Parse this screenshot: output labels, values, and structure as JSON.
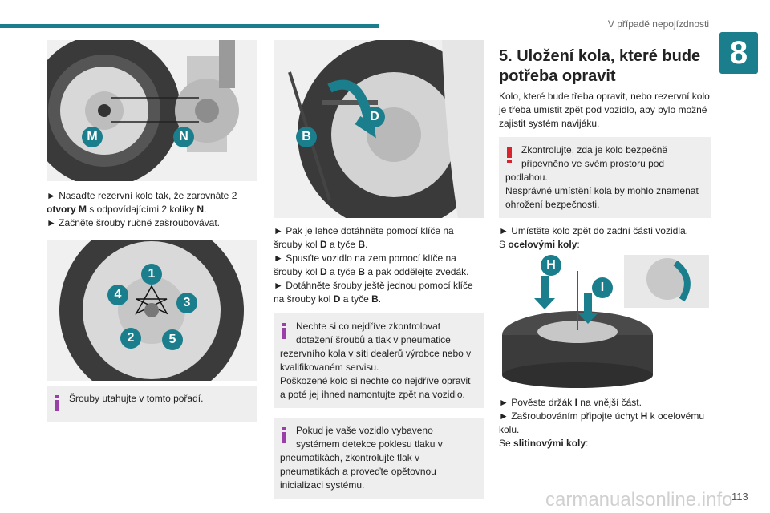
{
  "header": {
    "title": "V případě nepojízdnosti",
    "chapter": "8"
  },
  "col1": {
    "fig1_labels": {
      "m": "M",
      "n": "N"
    },
    "p1_a": "► Nasaďte rezervní kolo tak, že zarovnáte 2",
    "p1_b_bold": "otvory M",
    "p1_b_rest": " s odpovídajícími 2 kolíky ",
    "p1_b_n": "N",
    "p1_b_end": ".",
    "p1_c": "► Začněte šrouby ručně zašroubovávat.",
    "fig2_labels": [
      "1",
      "2",
      "3",
      "4",
      "5"
    ],
    "note": "Šrouby utahujte v tomto pořadí."
  },
  "col2": {
    "fig_labels": {
      "b": "B",
      "d": "D"
    },
    "l1a": "► Pak je lehce dotáhněte pomocí klíče na",
    "l1b_pre": "šrouby kol ",
    "l1b_d": "D",
    "l1b_mid": " a tyče ",
    "l1b_b": "B",
    "l1b_end": ".",
    "l2a": "► Spusťte vozidlo na zem pomocí klíče na",
    "l2b_pre": "šrouby kol ",
    "l2b_d": "D",
    "l2b_mid": " a tyče ",
    "l2b_b": "B",
    "l2b_end": " a pak oddělejte zvedák.",
    "l3a": "► Dotáhněte šrouby ještě jednou pomocí klíče",
    "l3b_pre": "na šrouby kol ",
    "l3b_d": "D",
    "l3b_mid": " a tyče ",
    "l3b_b": "B",
    "l3b_end": ".",
    "note1_first": "Nechte si co nejdříve zkontrolovat dotažení šroubů a tlak v pneumatice",
    "note1_rest": "rezervního kola v síti dealerů výrobce nebo v kvalifikovaném servisu.",
    "note1_rest2": "Poškozené kolo si nechte co nejdříve opravit a poté jej ihned namontujte zpět na vozidlo.",
    "note2_first": "Pokud je vaše vozidlo vybaveno systémem detekce poklesu tlaku v",
    "note2_rest": "pneumatikách, zkontrolujte tlak v pneumatikách a proveďte opětovnou inicializaci systému."
  },
  "col3": {
    "title": "5. Uložení kola, které bude potřeba opravit",
    "intro": "Kolo, které bude třeba opravit, nebo rezervní kolo je třeba umístit zpět pod vozidlo, aby bylo možné zajistit systém navijáku.",
    "warn_first": "Zkontrolujte, zda je kolo bezpečně připevněno ve svém prostoru pod",
    "warn_rest": "podlahou.",
    "warn_rest2": "Nesprávné umístění kola by mohlo znamenat ohrožení bezpečnosti.",
    "s1": "► Umístěte kolo zpět do zadní části vozidla.",
    "s2_pre": "S ",
    "s2_bold": "ocelovými koly",
    "s2_end": ":",
    "fig_labels": {
      "h": "H",
      "i": "I"
    },
    "s3_pre": "► Pověste držák ",
    "s3_i": "I",
    "s3_end": " na vnější část.",
    "s4_pre": "► Zašroubováním připojte úchyt ",
    "s4_h": "H",
    "s4_end": " k ocelovému kolu.",
    "s5_pre": "Se ",
    "s5_bold": "slitinovými koly",
    "s5_end": ":"
  },
  "footer": {
    "page": "113",
    "watermark": "carmanualsonline.info"
  },
  "colors": {
    "accent": "#1a7e8c",
    "note_bg": "#eeeeee",
    "info_icon": "#9b3fa8",
    "warn_icon": "#d9232e"
  }
}
